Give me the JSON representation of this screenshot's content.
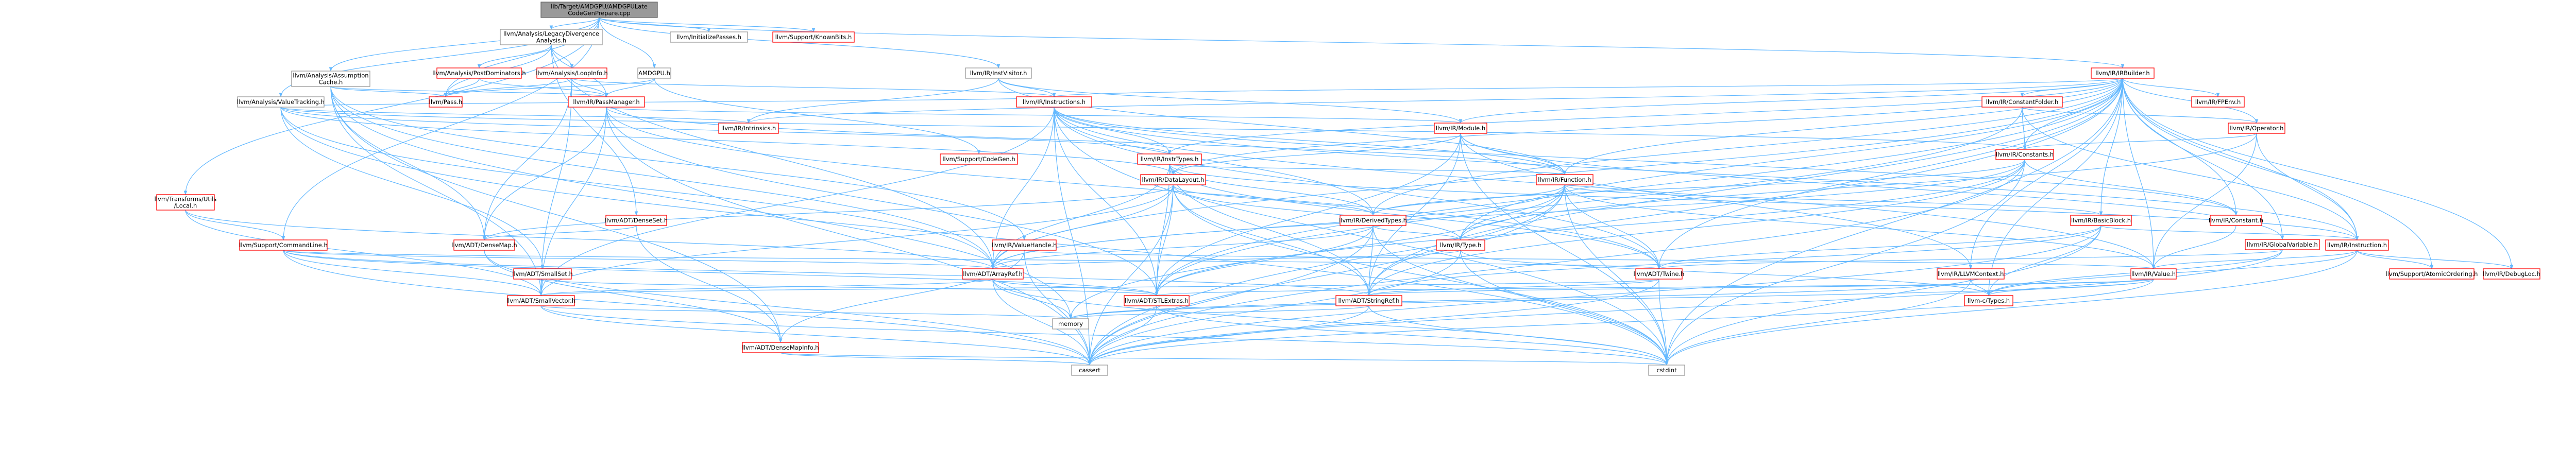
{
  "diagram": {
    "type": "include-dependency-graph",
    "colors": {
      "edge": "#63b8ff",
      "root_fill": "#999999",
      "root_border": "#666666",
      "linked_border": "#ff0000",
      "unlinked_border": "#999999",
      "node_fill": "#ffffff",
      "text": "#000000"
    },
    "nodes": [
      {
        "id": "root",
        "lines": [
          "lib/Target/AMDGPU/AMDGPULate",
          "CodeGenPrepare.cpp"
        ],
        "kind": "root"
      },
      {
        "id": "luda",
        "lines": [
          "llvm/Analysis/LegacyDivergence",
          "Analysis.h"
        ],
        "kind": "plain"
      },
      {
        "id": "initpasses",
        "lines": [
          "llvm/InitializePasses.h"
        ],
        "kind": "plain"
      },
      {
        "id": "knownbits",
        "lines": [
          "llvm/Support/KnownBits.h"
        ],
        "kind": "linked"
      },
      {
        "id": "assumptioncache",
        "lines": [
          "llvm/Analysis/Assumption",
          "Cache.h"
        ],
        "kind": "plain"
      },
      {
        "id": "postdom",
        "lines": [
          "llvm/Analysis/PostDominators.h"
        ],
        "kind": "linked"
      },
      {
        "id": "loopinfo",
        "lines": [
          "llvm/Analysis/LoopInfo.h"
        ],
        "kind": "linked"
      },
      {
        "id": "amdgpuh",
        "lines": [
          "AMDGPU.h"
        ],
        "kind": "plain"
      },
      {
        "id": "instvisitor",
        "lines": [
          "llvm/IR/InstVisitor.h"
        ],
        "kind": "plain"
      },
      {
        "id": "irbuilder",
        "lines": [
          "llvm/IR/IRBuilder.h"
        ],
        "kind": "linked"
      },
      {
        "id": "valuetracking",
        "lines": [
          "llvm/Analysis/ValueTracking.h"
        ],
        "kind": "plain"
      },
      {
        "id": "pass",
        "lines": [
          "llvm/Pass.h"
        ],
        "kind": "linked"
      },
      {
        "id": "passmanager",
        "lines": [
          "llvm/IR/PassManager.h"
        ],
        "kind": "linked"
      },
      {
        "id": "instructions",
        "lines": [
          "llvm/IR/Instructions.h"
        ],
        "kind": "linked"
      },
      {
        "id": "constantfolder",
        "lines": [
          "llvm/IR/ConstantFolder.h"
        ],
        "kind": "linked"
      },
      {
        "id": "fpenv",
        "lines": [
          "llvm/IR/FPEnv.h"
        ],
        "kind": "linked"
      },
      {
        "id": "intrinsics",
        "lines": [
          "llvm/IR/Intrinsics.h"
        ],
        "kind": "linked"
      },
      {
        "id": "module",
        "lines": [
          "llvm/IR/Module.h"
        ],
        "kind": "linked"
      },
      {
        "id": "operator",
        "lines": [
          "llvm/IR/Operator.h"
        ],
        "kind": "linked"
      },
      {
        "id": "transformsutils",
        "lines": [
          "llvm/Transforms/Utils",
          "/Local.h"
        ],
        "kind": "linked"
      },
      {
        "id": "codegen",
        "lines": [
          "llvm/Support/CodeGen.h"
        ],
        "kind": "linked"
      },
      {
        "id": "insttypes",
        "lines": [
          "llvm/IR/InstrTypes.h"
        ],
        "kind": "linked"
      },
      {
        "id": "datalayout",
        "lines": [
          "llvm/IR/DataLayout.h"
        ],
        "kind": "linked"
      },
      {
        "id": "function",
        "lines": [
          "llvm/IR/Function.h"
        ],
        "kind": "linked"
      },
      {
        "id": "constants",
        "lines": [
          "llvm/IR/Constants.h"
        ],
        "kind": "linked"
      },
      {
        "id": "densetset",
        "lines": [
          "llvm/ADT/DenseSet.h"
        ],
        "kind": "linked"
      },
      {
        "id": "derivedtypes",
        "lines": [
          "llvm/IR/DerivedTypes.h"
        ],
        "kind": "linked"
      },
      {
        "id": "basicblock",
        "lines": [
          "llvm/IR/BasicBlock.h"
        ],
        "kind": "linked"
      },
      {
        "id": "constant",
        "lines": [
          "llvm/IR/Constant.h"
        ],
        "kind": "linked"
      },
      {
        "id": "commandline",
        "lines": [
          "llvm/Support/CommandLine.h"
        ],
        "kind": "linked"
      },
      {
        "id": "densemap",
        "lines": [
          "llvm/ADT/DenseMap.h"
        ],
        "kind": "linked"
      },
      {
        "id": "valuehandle",
        "lines": [
          "llvm/IR/ValueHandle.h"
        ],
        "kind": "linked"
      },
      {
        "id": "type",
        "lines": [
          "llvm/IR/Type.h"
        ],
        "kind": "linked"
      },
      {
        "id": "globalvariable",
        "lines": [
          "llvm/IR/GlobalVariable.h"
        ],
        "kind": "linked"
      },
      {
        "id": "instruction",
        "lines": [
          "llvm/IR/Instruction.h"
        ],
        "kind": "linked"
      },
      {
        "id": "smallset",
        "lines": [
          "llvm/ADT/SmallSet.h"
        ],
        "kind": "linked"
      },
      {
        "id": "arrayref",
        "lines": [
          "llvm/ADT/ArrayRef.h"
        ],
        "kind": "linked"
      },
      {
        "id": "twine",
        "lines": [
          "llvm/ADT/Twine.h"
        ],
        "kind": "linked"
      },
      {
        "id": "llvmcontext",
        "lines": [
          "llvm/IR/LLVMContext.h"
        ],
        "kind": "linked"
      },
      {
        "id": "value",
        "lines": [
          "llvm/IR/Value.h"
        ],
        "kind": "linked"
      },
      {
        "id": "atomicordering",
        "lines": [
          "llvm/Support/AtomicOrdering.h"
        ],
        "kind": "linked"
      },
      {
        "id": "debugloc",
        "lines": [
          "llvm/IR/DebugLoc.h"
        ],
        "kind": "linked"
      },
      {
        "id": "smallvector",
        "lines": [
          "llvm/ADT/SmallVector.h"
        ],
        "kind": "linked"
      },
      {
        "id": "stlextras",
        "lines": [
          "llvm/ADT/STLExtras.h"
        ],
        "kind": "linked"
      },
      {
        "id": "stringref",
        "lines": [
          "llvm/ADT/StringRef.h"
        ],
        "kind": "linked"
      },
      {
        "id": "ctypes",
        "lines": [
          "llvm-c/Types.h"
        ],
        "kind": "linked"
      },
      {
        "id": "memory",
        "lines": [
          "memory"
        ],
        "kind": "plain"
      },
      {
        "id": "densemapinfo",
        "lines": [
          "llvm/ADT/DenseMapInfo.h"
        ],
        "kind": "linked"
      },
      {
        "id": "cassert",
        "lines": [
          "cassert"
        ],
        "kind": "plain"
      },
      {
        "id": "cstdint",
        "lines": [
          "cstdint"
        ],
        "kind": "plain"
      }
    ],
    "edges": [
      [
        "root",
        "luda"
      ],
      [
        "root",
        "initpasses"
      ],
      [
        "root",
        "knownbits"
      ],
      [
        "root",
        "assumptioncache"
      ],
      [
        "root",
        "valuetracking"
      ],
      [
        "root",
        "amdgpuh"
      ],
      [
        "root",
        "instvisitor"
      ],
      [
        "root",
        "irbuilder"
      ],
      [
        "root",
        "transformsutils"
      ],
      [
        "root",
        "commandline"
      ],
      [
        "root",
        "pass"
      ],
      [
        "luda",
        "postdom"
      ],
      [
        "luda",
        "loopinfo"
      ],
      [
        "luda",
        "pass"
      ],
      [
        "luda",
        "densetset"
      ],
      [
        "luda",
        "passmanager"
      ],
      [
        "luda",
        "arrayref"
      ],
      [
        "assumptioncache",
        "pass"
      ],
      [
        "assumptioncache",
        "passmanager"
      ],
      [
        "assumptioncache",
        "densemap"
      ],
      [
        "assumptioncache",
        "valuehandle"
      ],
      [
        "assumptioncache",
        "arrayref"
      ],
      [
        "assumptioncache",
        "smallvector"
      ],
      [
        "assumptioncache",
        "memory"
      ],
      [
        "assumptioncache",
        "densemapinfo"
      ],
      [
        "postdom",
        "pass"
      ],
      [
        "postdom",
        "passmanager"
      ],
      [
        "loopinfo",
        "pass"
      ],
      [
        "loopinfo",
        "passmanager"
      ],
      [
        "loopinfo",
        "instructions"
      ],
      [
        "loopinfo",
        "densemap"
      ],
      [
        "loopinfo",
        "smallvector"
      ],
      [
        "amdgpuh",
        "pass"
      ],
      [
        "amdgpuh",
        "passmanager"
      ],
      [
        "amdgpuh",
        "codegen"
      ],
      [
        "instvisitor",
        "function"
      ],
      [
        "instvisitor",
        "instructions"
      ],
      [
        "instvisitor",
        "intrinsics"
      ],
      [
        "instvisitor",
        "module"
      ],
      [
        "irbuilder",
        "constantfolder"
      ],
      [
        "irbuilder",
        "fpenv"
      ],
      [
        "irbuilder",
        "operator"
      ],
      [
        "irbuilder",
        "module"
      ],
      [
        "irbuilder",
        "instructions"
      ],
      [
        "irbuilder",
        "intrinsics"
      ],
      [
        "irbuilder",
        "insttypes"
      ],
      [
        "irbuilder",
        "datalayout"
      ],
      [
        "irbuilder",
        "function"
      ],
      [
        "irbuilder",
        "constants"
      ],
      [
        "irbuilder",
        "derivedtypes"
      ],
      [
        "irbuilder",
        "basicblock"
      ],
      [
        "irbuilder",
        "constant"
      ],
      [
        "irbuilder",
        "type"
      ],
      [
        "irbuilder",
        "globalvariable"
      ],
      [
        "irbuilder",
        "instruction"
      ],
      [
        "irbuilder",
        "arrayref"
      ],
      [
        "irbuilder",
        "twine"
      ],
      [
        "irbuilder",
        "llvmcontext"
      ],
      [
        "irbuilder",
        "value"
      ],
      [
        "irbuilder",
        "atomicordering"
      ],
      [
        "irbuilder",
        "debugloc"
      ],
      [
        "irbuilder",
        "stringref"
      ],
      [
        "irbuilder",
        "stlextras"
      ],
      [
        "irbuilder",
        "ctypes"
      ],
      [
        "irbuilder",
        "cassert"
      ],
      [
        "irbuilder",
        "cstdint"
      ],
      [
        "valuetracking",
        "intrinsics"
      ],
      [
        "valuetracking",
        "datalayout"
      ],
      [
        "valuetracking",
        "instructions"
      ],
      [
        "valuetracking",
        "insttypes"
      ],
      [
        "valuetracking",
        "arrayref"
      ],
      [
        "valuetracking",
        "smallset"
      ],
      [
        "valuetracking",
        "cstdint"
      ],
      [
        "valuetracking",
        "constants"
      ],
      [
        "passmanager",
        "module"
      ],
      [
        "passmanager",
        "function"
      ],
      [
        "passmanager",
        "densemap"
      ],
      [
        "passmanager",
        "stlextras"
      ],
      [
        "passmanager",
        "smallvector"
      ],
      [
        "passmanager",
        "twine"
      ],
      [
        "passmanager",
        "cassert"
      ],
      [
        "instructions",
        "insttypes"
      ],
      [
        "instructions",
        "constant"
      ],
      [
        "instructions",
        "derivedtypes"
      ],
      [
        "instructions",
        "instruction"
      ],
      [
        "instructions",
        "arrayref"
      ],
      [
        "instructions",
        "stlextras"
      ],
      [
        "instructions",
        "twine"
      ],
      [
        "instructions",
        "smallvector"
      ],
      [
        "instructions",
        "cassert"
      ],
      [
        "instructions",
        "cstdint"
      ],
      [
        "instructions",
        "value"
      ],
      [
        "instructions",
        "function"
      ],
      [
        "constantfolder",
        "constants"
      ],
      [
        "constantfolder",
        "instruction"
      ],
      [
        "constantfolder",
        "operator"
      ],
      [
        "constantfolder",
        "stlextras"
      ],
      [
        "operator",
        "constants"
      ],
      [
        "operator",
        "instruction"
      ],
      [
        "operator",
        "type"
      ],
      [
        "operator",
        "value"
      ],
      [
        "module",
        "function"
      ],
      [
        "module",
        "datalayout"
      ],
      [
        "module",
        "globalvariable"
      ],
      [
        "module",
        "stringref"
      ],
      [
        "module",
        "stlextras"
      ],
      [
        "module",
        "llvmcontext"
      ],
      [
        "module",
        "cstdint"
      ],
      [
        "transformsutils",
        "commandline"
      ],
      [
        "transformsutils",
        "smallvector"
      ],
      [
        "transformsutils",
        "arrayref"
      ],
      [
        "insttypes",
        "datalayout"
      ],
      [
        "insttypes",
        "derivedtypes"
      ],
      [
        "insttypes",
        "function"
      ],
      [
        "insttypes",
        "instruction"
      ],
      [
        "insttypes",
        "arrayref"
      ],
      [
        "insttypes",
        "stringref"
      ],
      [
        "insttypes",
        "stlextras"
      ],
      [
        "insttypes",
        "twine"
      ],
      [
        "datalayout",
        "derivedtypes"
      ],
      [
        "datalayout",
        "type"
      ],
      [
        "datalayout",
        "arrayref"
      ],
      [
        "datalayout",
        "smallvector"
      ],
      [
        "datalayout",
        "stringref"
      ],
      [
        "datalayout",
        "cassert"
      ],
      [
        "datalayout",
        "cstdint"
      ],
      [
        "datalayout",
        "densemap"
      ],
      [
        "datalayout",
        "stlextras"
      ],
      [
        "function",
        "basicblock"
      ],
      [
        "function",
        "derivedtypes"
      ],
      [
        "function",
        "type"
      ],
      [
        "function",
        "value"
      ],
      [
        "function",
        "arrayref"
      ],
      [
        "function",
        "twine"
      ],
      [
        "function",
        "stringref"
      ],
      [
        "function",
        "cassert"
      ],
      [
        "function",
        "cstdint"
      ],
      [
        "function",
        "memory"
      ],
      [
        "constants",
        "constant"
      ],
      [
        "constants",
        "derivedtypes"
      ],
      [
        "constants",
        "arrayref"
      ],
      [
        "constants",
        "stlextras"
      ],
      [
        "constants",
        "stringref"
      ],
      [
        "constants",
        "cassert"
      ],
      [
        "constants",
        "cstdint"
      ],
      [
        "densetset",
        "densemap"
      ],
      [
        "densetset",
        "densemapinfo"
      ],
      [
        "derivedtypes",
        "type"
      ],
      [
        "derivedtypes",
        "arrayref"
      ],
      [
        "derivedtypes",
        "stlextras"
      ],
      [
        "derivedtypes",
        "stringref"
      ],
      [
        "derivedtypes",
        "cassert"
      ],
      [
        "derivedtypes",
        "cstdint"
      ],
      [
        "basicblock",
        "instruction"
      ],
      [
        "basicblock",
        "twine"
      ],
      [
        "basicblock",
        "ctypes"
      ],
      [
        "basicblock",
        "cassert"
      ],
      [
        "basicblock",
        "cstdint"
      ],
      [
        "basicblock",
        "stringref"
      ],
      [
        "constant",
        "value"
      ],
      [
        "commandline",
        "smallvector"
      ],
      [
        "commandline",
        "stlextras"
      ],
      [
        "commandline",
        "stringref"
      ],
      [
        "commandline",
        "twine"
      ],
      [
        "commandline",
        "cassert"
      ],
      [
        "commandline",
        "arrayref"
      ],
      [
        "densemap",
        "densemapinfo"
      ],
      [
        "densemap",
        "cassert"
      ],
      [
        "valuehandle",
        "value"
      ],
      [
        "valuehandle",
        "cassert"
      ],
      [
        "valuehandle",
        "densemapinfo"
      ],
      [
        "type",
        "arrayref"
      ],
      [
        "type",
        "ctypes"
      ],
      [
        "type",
        "cstdint"
      ],
      [
        "type",
        "cassert"
      ],
      [
        "globalvariable",
        "twine"
      ],
      [
        "globalvariable",
        "cassert"
      ],
      [
        "globalvariable",
        "ctypes"
      ],
      [
        "instruction",
        "debugloc"
      ],
      [
        "instruction",
        "value"
      ],
      [
        "instruction",
        "atomicordering"
      ],
      [
        "instruction",
        "ctypes"
      ],
      [
        "instruction",
        "cstdint"
      ],
      [
        "smallset",
        "smallvector"
      ],
      [
        "smallset",
        "stlextras"
      ],
      [
        "arrayref",
        "smallvector"
      ],
      [
        "arrayref",
        "stlextras"
      ],
      [
        "arrayref",
        "memory"
      ],
      [
        "arrayref",
        "cassert"
      ],
      [
        "arrayref",
        "cstdint"
      ],
      [
        "twine",
        "smallvector"
      ],
      [
        "twine",
        "stringref"
      ],
      [
        "twine",
        "cassert"
      ],
      [
        "twine",
        "cstdint"
      ],
      [
        "llvmcontext",
        "ctypes"
      ],
      [
        "llvmcontext",
        "cstdint"
      ],
      [
        "llvmcontext",
        "memory"
      ],
      [
        "value",
        "ctypes"
      ],
      [
        "value",
        "stringref"
      ],
      [
        "value",
        "cassert"
      ],
      [
        "value",
        "memory"
      ],
      [
        "value",
        "stlextras"
      ],
      [
        "smallvector",
        "cassert"
      ],
      [
        "smallvector",
        "cstdint"
      ],
      [
        "smallvector",
        "memory"
      ],
      [
        "stlextras",
        "memory"
      ],
      [
        "stlextras",
        "cassert"
      ],
      [
        "stlextras",
        "cstdint"
      ],
      [
        "stringref",
        "cassert"
      ],
      [
        "stringref",
        "cstdint"
      ],
      [
        "stringref",
        "memory"
      ],
      [
        "densemapinfo",
        "cassert"
      ],
      [
        "densemapinfo",
        "cstdint"
      ]
    ]
  }
}
